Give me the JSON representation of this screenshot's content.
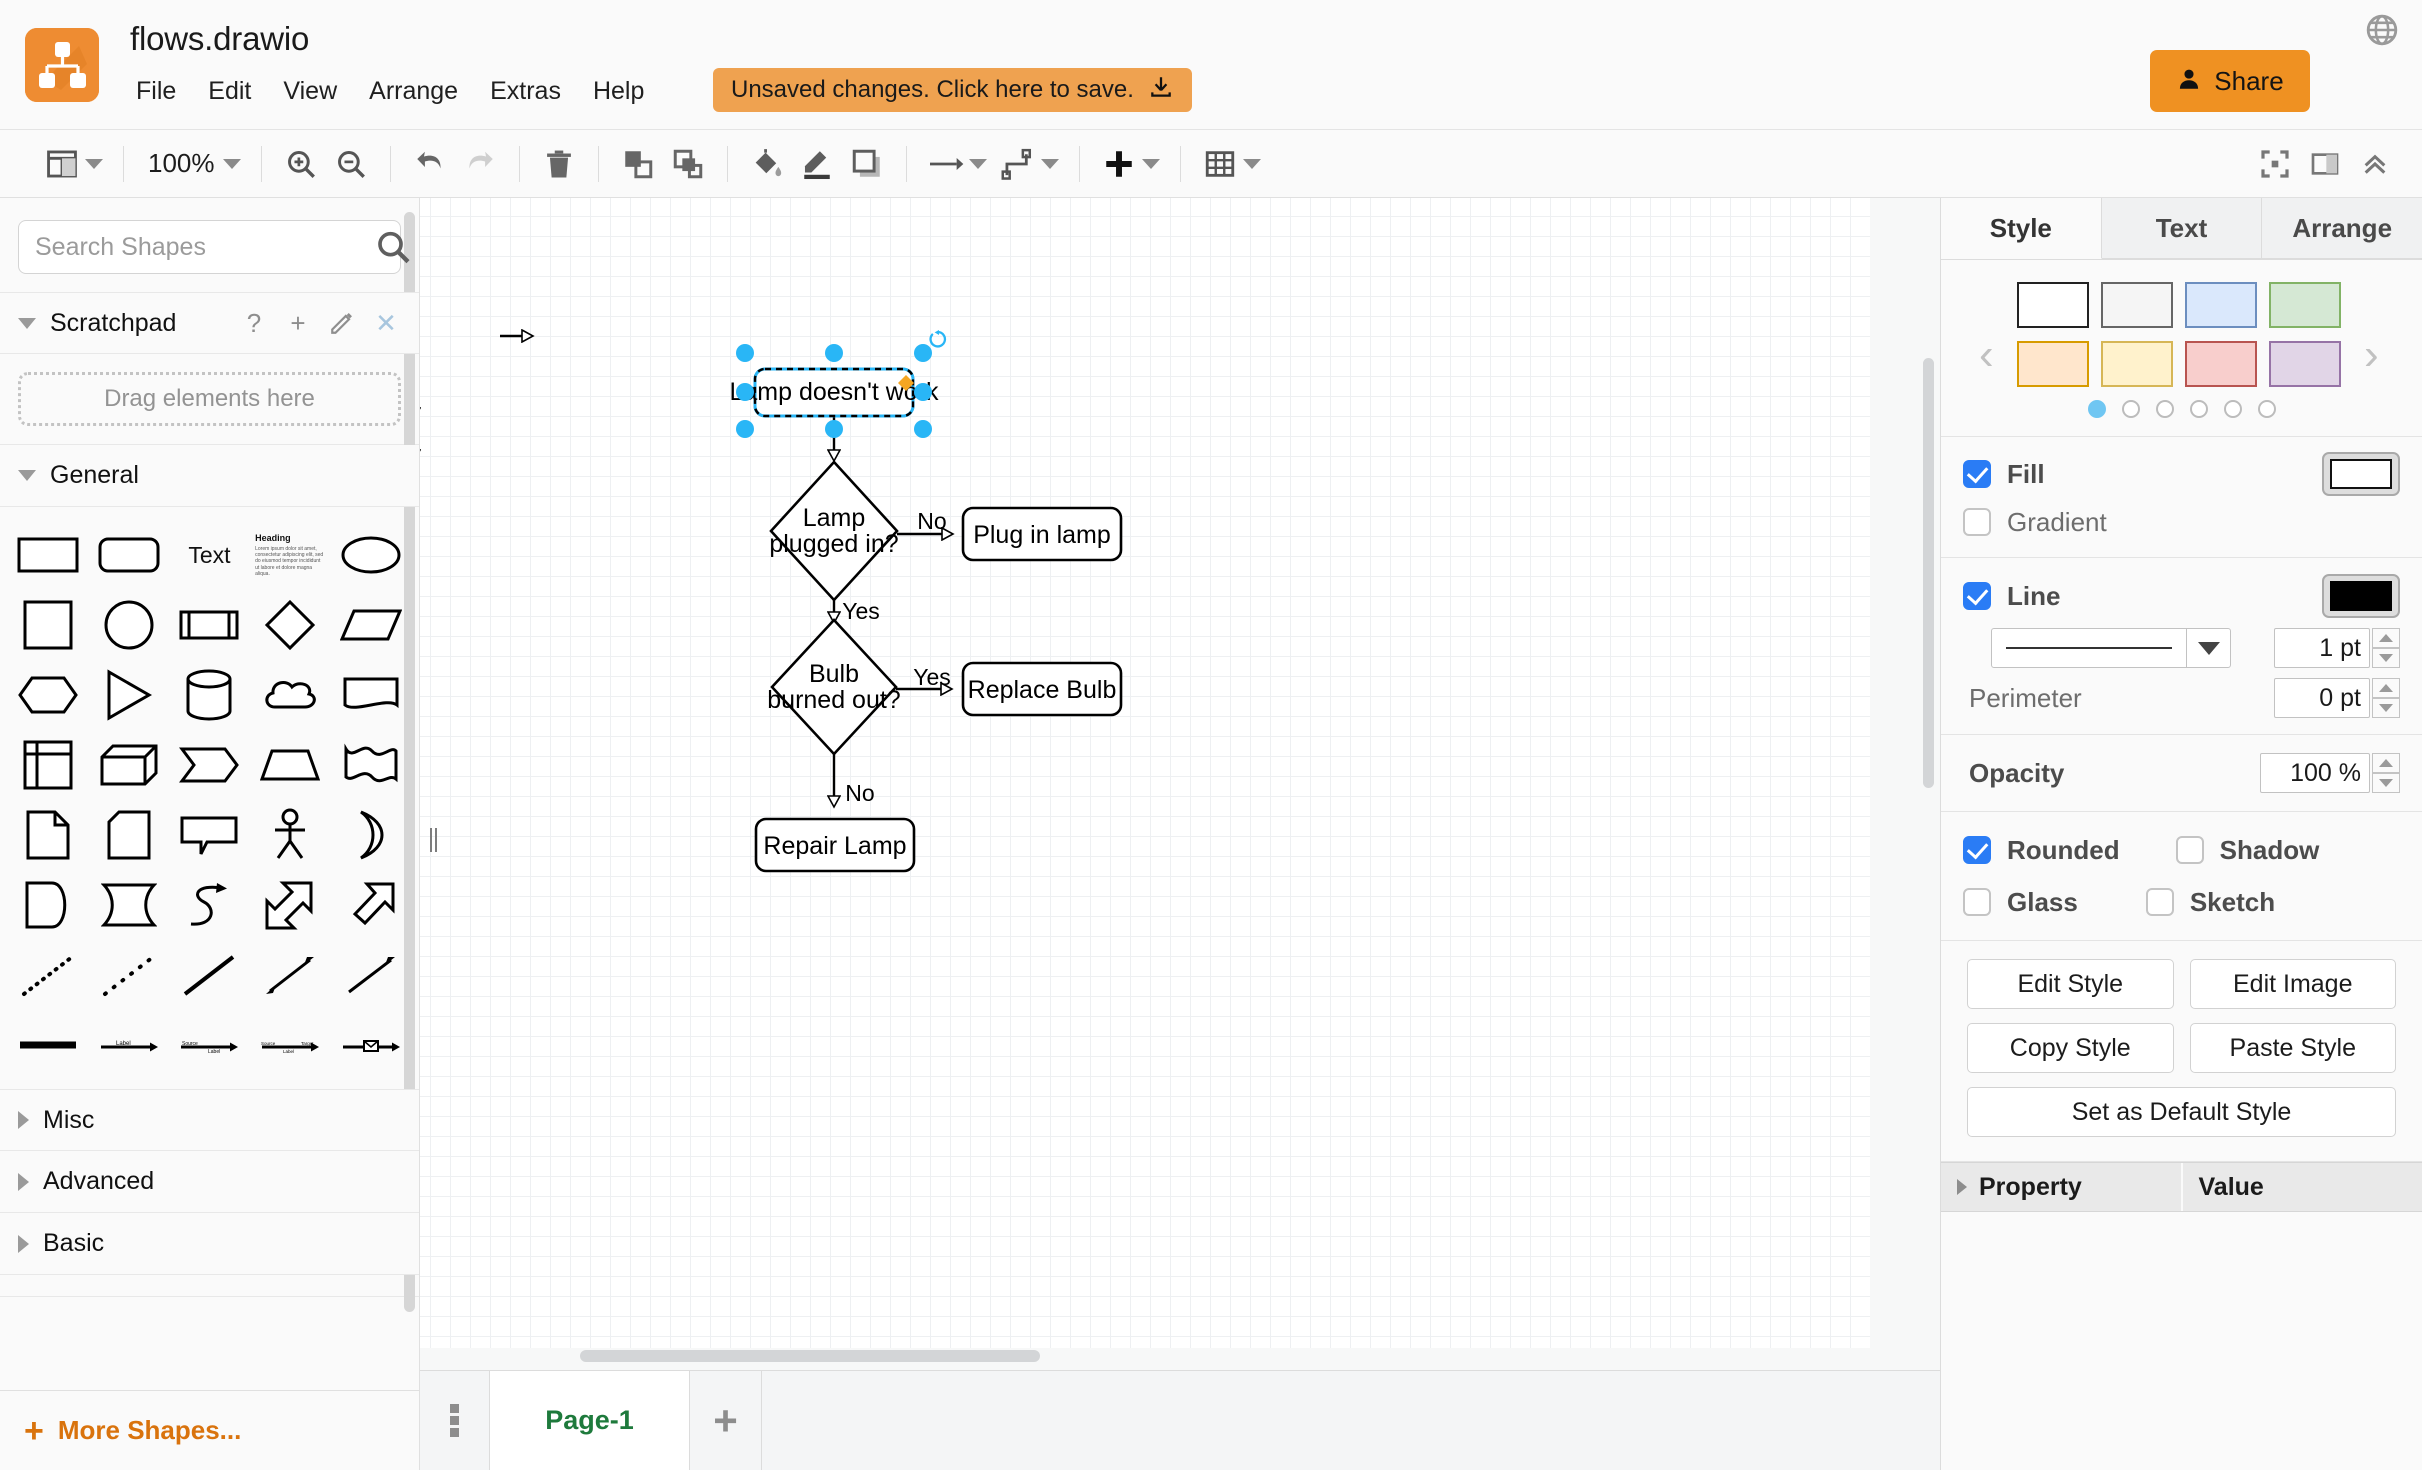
{
  "app": {
    "title": "flows.drawio",
    "logo_icon": "drawio-logo",
    "menus": [
      "File",
      "Edit",
      "View",
      "Arrange",
      "Extras",
      "Help"
    ],
    "unsaved_notice": "Unsaved changes. Click here to save.",
    "unsaved_icon": "download-icon",
    "share_label": "Share",
    "share_icon": "user-icon",
    "globe_icon": "globe-icon",
    "accent_orange": "#ef9122",
    "notice_orange": "#efa250"
  },
  "toolbar": {
    "view_icon": "layout-panels-icon",
    "zoom_level": "100%",
    "zoom_in_icon": "zoom-in-icon",
    "zoom_out_icon": "zoom-out-icon",
    "undo_icon": "undo-icon",
    "redo_icon": "redo-icon",
    "delete_icon": "trash-icon",
    "to_front_icon": "bring-to-front-icon",
    "to_back_icon": "send-to-back-icon",
    "fill_icon": "fill-color-icon",
    "line_icon": "line-color-icon",
    "shadow_icon": "shadow-icon",
    "connection_icon": "connection-arrow-icon",
    "waypoint_icon": "waypoints-icon",
    "insert_icon": "plus-icon",
    "table_icon": "table-grid-icon",
    "fullscreen_icon": "fullscreen-icon",
    "format_panel_icon": "format-panel-icon",
    "collapse_icon": "chevron-up-icon"
  },
  "sidebar": {
    "search": {
      "placeholder": "Search Shapes",
      "value": "",
      "icon": "search-icon"
    },
    "scratchpad": {
      "label": "Scratchpad",
      "expanded": true,
      "tools": [
        {
          "icon": "help-icon",
          "glyph": "?"
        },
        {
          "icon": "plus-icon",
          "glyph": "+"
        },
        {
          "icon": "edit-pencil-icon",
          "glyph": "✎"
        },
        {
          "icon": "close-icon",
          "glyph": "✕"
        }
      ],
      "dropzone_label": "Drag elements here"
    },
    "general": {
      "label": "General",
      "expanded": true,
      "shapes": [
        "rectangle",
        "rounded-rectangle",
        "text",
        "textbox-heading",
        "ellipse",
        "square",
        "circle",
        "process",
        "diamond",
        "parallelogram",
        "hexagon",
        "triangle",
        "cylinder",
        "cloud",
        "document",
        "internal-storage",
        "cube",
        "step",
        "trapezoid",
        "tape",
        "note",
        "card",
        "callout",
        "actor",
        "or-shape",
        "data-storage",
        "delay",
        "s-curve",
        "double-arrow",
        "block-arrow",
        "dotted-line-1",
        "dotted-line-2",
        "plain-line",
        "bidirectional-arrow",
        "directional-arrow",
        "thick-line",
        "labeled-arrow",
        "source-label-arrow",
        "source-label-target-arrow",
        "message-arrow"
      ],
      "heading_sample": "Heading",
      "text_sample": "Text",
      "lorem_sample": "Lorem ipsum dolor sit amet, consectetur adipiscing elit, sed do eiusmod tempor incididunt ut labore et dolore magna aliqua."
    },
    "collapsed_sections": [
      "Misc",
      "Advanced",
      "Basic"
    ],
    "more_shapes_label": "More Shapes...",
    "more_shapes_color": "#d9730d"
  },
  "canvas": {
    "selected_shape": "Lamp doesn't work",
    "rotate_handle_icon": "rotate-icon",
    "direction_arrow_icon": "direction-arrow-icon",
    "handle_color": "#29b6f6",
    "nodes": [
      {
        "id": "start",
        "type": "rounded-rectangle",
        "label": "Lamp doesn't work",
        "selected": true
      },
      {
        "id": "d1",
        "type": "diamond",
        "label_lines": [
          "Lamp",
          "plugged in?"
        ]
      },
      {
        "id": "plug",
        "type": "rounded-rectangle",
        "label": "Plug in lamp"
      },
      {
        "id": "d2",
        "type": "diamond",
        "label_lines": [
          "Bulb",
          "burned out?"
        ]
      },
      {
        "id": "replace",
        "type": "rounded-rectangle",
        "label": "Replace Bulb"
      },
      {
        "id": "repair",
        "type": "rounded-rectangle",
        "label": "Repair Lamp"
      }
    ],
    "edges": [
      {
        "from": "start",
        "to": "d1",
        "label": ""
      },
      {
        "from": "d1",
        "to": "plug",
        "label": "No"
      },
      {
        "from": "d1",
        "to": "d2",
        "label": "Yes"
      },
      {
        "from": "d2",
        "to": "replace",
        "label": "Yes"
      },
      {
        "from": "d2",
        "to": "repair",
        "label": "No"
      }
    ]
  },
  "format_panel": {
    "tabs": [
      {
        "label": "Style",
        "active": true
      },
      {
        "label": "Text",
        "active": false
      },
      {
        "label": "Arrange",
        "active": false
      }
    ],
    "presets_row1": [
      {
        "fill": "#ffffff",
        "stroke": "#222222"
      },
      {
        "fill": "#f5f5f5",
        "stroke": "#666666"
      },
      {
        "fill": "#dae8fc",
        "stroke": "#6c8ebf"
      },
      {
        "fill": "#d5e8d4",
        "stroke": "#82b366"
      }
    ],
    "presets_row2": [
      {
        "fill": "#ffe6cc",
        "stroke": "#d79b00"
      },
      {
        "fill": "#fff2cc",
        "stroke": "#d6b656"
      },
      {
        "fill": "#f8cecc",
        "stroke": "#b85450"
      },
      {
        "fill": "#e1d5e7",
        "stroke": "#9673a6"
      }
    ],
    "page_dots": 6,
    "page_dot_active": 0,
    "prev_arrow_icon": "chevron-left-icon",
    "next_arrow_icon": "chevron-right-icon",
    "fill": {
      "label": "Fill",
      "checked": true,
      "color": "#ffffff"
    },
    "gradient": {
      "label": "Gradient",
      "checked": false
    },
    "line": {
      "label": "Line",
      "checked": true,
      "color": "#000000"
    },
    "line_width": {
      "value": "1 pt"
    },
    "perimeter": {
      "label": "Perimeter",
      "value": "0 pt"
    },
    "opacity": {
      "label": "Opacity",
      "value": "100 %"
    },
    "toggles": [
      {
        "label": "Rounded",
        "checked": true
      },
      {
        "label": "Shadow",
        "checked": false
      },
      {
        "label": "Glass",
        "checked": false
      },
      {
        "label": "Sketch",
        "checked": false
      }
    ],
    "buttons": [
      "Edit Style",
      "Edit Image",
      "Copy Style",
      "Paste Style",
      "Set as Default Style"
    ],
    "property_table": {
      "property_header": "Property",
      "value_header": "Value"
    }
  },
  "footer": {
    "kebab_icon": "more-options-icon",
    "pages": [
      {
        "label": "Page-1",
        "active": true
      }
    ],
    "add_page_icon": "plus-icon",
    "page_tab_color": "#1e7a3c"
  }
}
